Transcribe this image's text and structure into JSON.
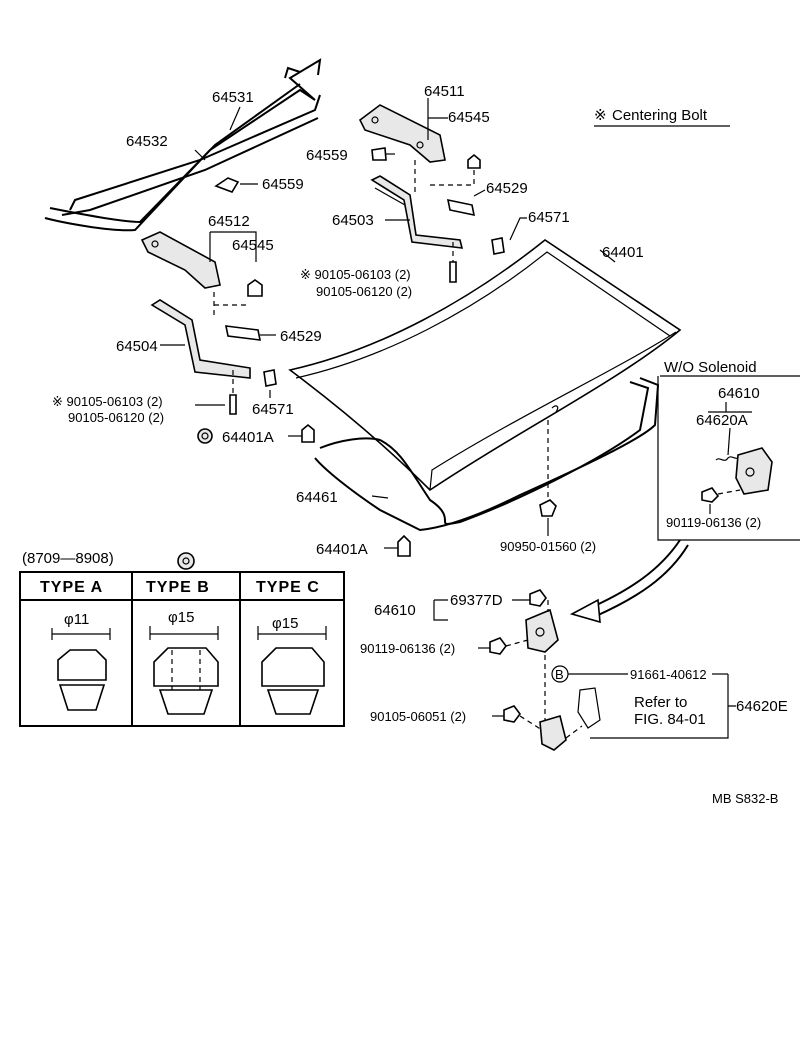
{
  "note": {
    "mark": "※",
    "text": "Centering Bolt"
  },
  "labels": {
    "p64531": "64531",
    "p64532": "64532",
    "p64511": "64511",
    "p64545_top": "64545",
    "p64559_a": "64559",
    "p64559_b": "64559",
    "p64529_a": "64529",
    "p64503": "64503",
    "p64571_a": "64571",
    "p64512": "64512",
    "p64545_mid": "64545",
    "p64401": "64401",
    "bolt_centering_a": "※ 90105-06103 (2)",
    "bolt_a": "90105-06120 (2)",
    "p64529_b": "64529",
    "p64504": "64504",
    "bolt_centering_b": "※ 90105-06103 (2)",
    "bolt_b": "90105-06120 (2)",
    "p64571_b": "64571",
    "p64401A_a": "64401A",
    "p64461": "64461",
    "p64401A_b": "64401A",
    "p90950": "90950-01560 (2)",
    "wo_solenoid": "W/O Solenoid",
    "p64610_a": "64610",
    "p64620A": "64620A",
    "p90119_a": "90119-06136 (2)",
    "p64610_b": "64610",
    "p69377D": "69377D",
    "p90119_b": "90119-06136 (2)",
    "p91661": "91661-40612",
    "ref_mark": "B",
    "refer_to": "Refer to",
    "refer_fig": "FIG. 84-01",
    "p64620E": "64620E",
    "p90105_06051": "90105-06051 (2)",
    "footer_code": "MB  S832-B"
  },
  "table": {
    "period": "(8709—8908)",
    "headers": [
      "TYPE  A",
      "TYPE  B",
      "TYPE  C"
    ],
    "diameters": [
      "φ11",
      "φ15",
      "φ15"
    ]
  }
}
